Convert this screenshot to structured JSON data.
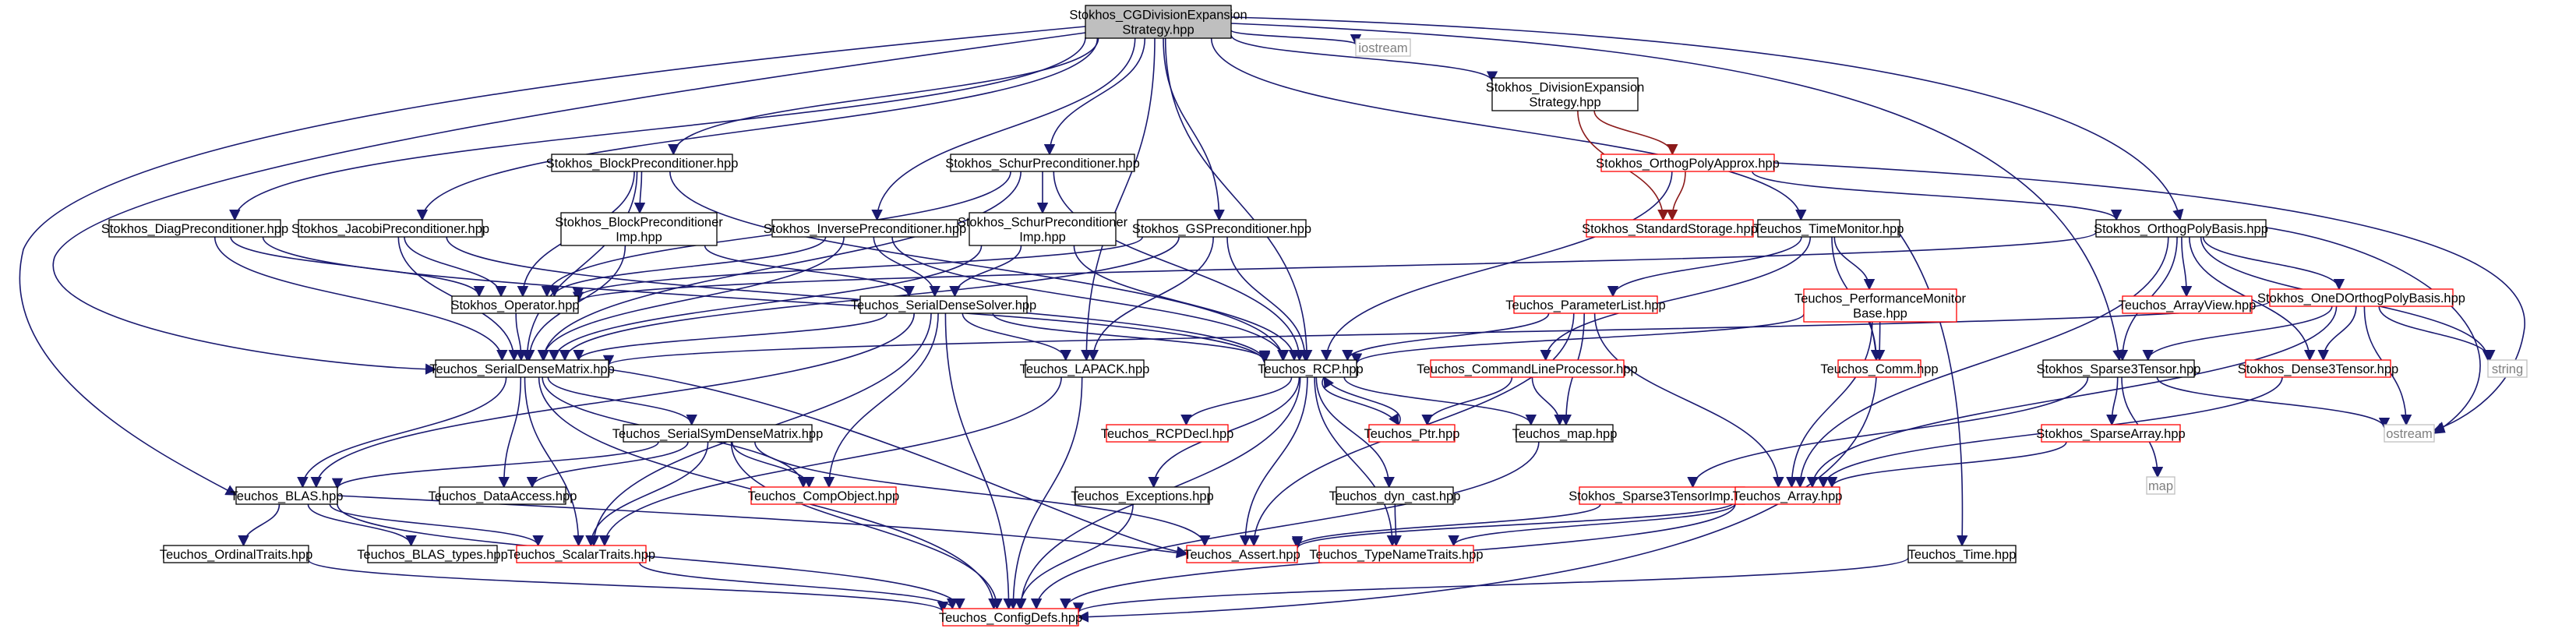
{
  "colors": {
    "edge": "#191970",
    "edge_alt": "#8b1a1a",
    "root_fill": "#bfbfbf",
    "node_border_black": "#000000",
    "node_border_red": "#ff0000",
    "node_border_grey": "#bfbfbf",
    "text_black": "#000000",
    "text_grey": "#7f7f7f"
  },
  "nodes": {
    "root": {
      "lines": [
        "Stokhos_CGDivisionExpansion",
        "Strategy.hpp"
      ],
      "style": "root"
    },
    "iostream": {
      "lines": [
        "iostream"
      ],
      "style": "grey"
    },
    "divexp": {
      "lines": [
        "Stokhos_DivisionExpansion",
        "Strategy.hpp"
      ],
      "style": "black"
    },
    "blockprec": {
      "lines": [
        "Stokhos_BlockPreconditioner.hpp"
      ],
      "style": "black"
    },
    "schurprec": {
      "lines": [
        "Stokhos_SchurPreconditioner.hpp"
      ],
      "style": "black"
    },
    "orthopolyapprox": {
      "lines": [
        "Stokhos_OrthogPolyApprox.hpp"
      ],
      "style": "red"
    },
    "blockprecimp": {
      "lines": [
        "Stokhos_BlockPreconditioner",
        "Imp.hpp"
      ],
      "style": "black"
    },
    "diagprec": {
      "lines": [
        "Stokhos_DiagPreconditioner.hpp"
      ],
      "style": "black"
    },
    "jacobiprec": {
      "lines": [
        "Stokhos_JacobiPreconditioner.hpp"
      ],
      "style": "black"
    },
    "invprec": {
      "lines": [
        "Stokhos_InversePreconditioner.hpp"
      ],
      "style": "black"
    },
    "schurprecimp": {
      "lines": [
        "Stokhos_SchurPreconditioner",
        "Imp.hpp"
      ],
      "style": "black"
    },
    "gsprec": {
      "lines": [
        "Stokhos_GSPreconditioner.hpp"
      ],
      "style": "black"
    },
    "stdstorage": {
      "lines": [
        "Stokhos_StandardStorage.hpp"
      ],
      "style": "red"
    },
    "timemonitor": {
      "lines": [
        "Teuchos_TimeMonitor.hpp"
      ],
      "style": "black"
    },
    "orthopolybasis": {
      "lines": [
        "Stokhos_OrthogPolyBasis.hpp"
      ],
      "style": "black"
    },
    "operator": {
      "lines": [
        "Stokhos_Operator.hpp"
      ],
      "style": "black"
    },
    "paramlist": {
      "lines": [
        "Teuchos_ParameterList.hpp"
      ],
      "style": "red"
    },
    "perfmon": {
      "lines": [
        "Teuchos_PerformanceMonitor",
        "Base.hpp"
      ],
      "style": "red"
    },
    "arrayview": {
      "lines": [
        "Teuchos_ArrayView.hpp"
      ],
      "style": "red"
    },
    "onedortho": {
      "lines": [
        "Stokhos_OneDOrthogPolyBasis.hpp"
      ],
      "style": "red"
    },
    "sdsolver": {
      "lines": [
        "Teuchos_SerialDenseSolver.hpp"
      ],
      "style": "black"
    },
    "sdmatrix": {
      "lines": [
        "Teuchos_SerialDenseMatrix.hpp"
      ],
      "style": "black"
    },
    "lapack": {
      "lines": [
        "Teuchos_LAPACK.hpp"
      ],
      "style": "black"
    },
    "rcp": {
      "lines": [
        "Teuchos_RCP.hpp"
      ],
      "style": "black"
    },
    "cmdline": {
      "lines": [
        "Teuchos_CommandLineProcessor.hpp"
      ],
      "style": "red"
    },
    "comm": {
      "lines": [
        "Teuchos_Comm.hpp"
      ],
      "style": "red"
    },
    "sparse3": {
      "lines": [
        "Stokhos_Sparse3Tensor.hpp"
      ],
      "style": "black"
    },
    "dense3": {
      "lines": [
        "Stokhos_Dense3Tensor.hpp"
      ],
      "style": "red"
    },
    "string": {
      "lines": [
        "string"
      ],
      "style": "grey"
    },
    "ssmatrix": {
      "lines": [
        "Teuchos_SerialSymDenseMatrix.hpp"
      ],
      "style": "black"
    },
    "rcpdecl": {
      "lines": [
        "Teuchos_RCPDecl.hpp"
      ],
      "style": "red"
    },
    "ptr": {
      "lines": [
        "Teuchos_Ptr.hpp"
      ],
      "style": "red"
    },
    "map": {
      "lines": [
        "Teuchos_map.hpp"
      ],
      "style": "black"
    },
    "sparsearray": {
      "lines": [
        "Stokhos_SparseArray.hpp"
      ],
      "style": "red"
    },
    "mapstd": {
      "lines": [
        "map"
      ],
      "style": "grey"
    },
    "ostream": {
      "lines": [
        "ostream"
      ],
      "style": "grey"
    },
    "blas": {
      "lines": [
        "Teuchos_BLAS.hpp"
      ],
      "style": "black"
    },
    "dataaccess": {
      "lines": [
        "Teuchos_DataAccess.hpp"
      ],
      "style": "black"
    },
    "compobject": {
      "lines": [
        "Teuchos_CompObject.hpp"
      ],
      "style": "red"
    },
    "exceptions": {
      "lines": [
        "Teuchos_Exceptions.hpp"
      ],
      "style": "black"
    },
    "dyncast": {
      "lines": [
        "Teuchos_dyn_cast.hpp"
      ],
      "style": "black"
    },
    "sparse3imp": {
      "lines": [
        "Stokhos_Sparse3TensorImp.hpp"
      ],
      "style": "red"
    },
    "array": {
      "lines": [
        "Teuchos_Array.hpp"
      ],
      "style": "red"
    },
    "ordinaltraits": {
      "lines": [
        "Teuchos_OrdinalTraits.hpp"
      ],
      "style": "black"
    },
    "blastypes": {
      "lines": [
        "Teuchos_BLAS_types.hpp"
      ],
      "style": "black"
    },
    "scalartraits": {
      "lines": [
        "Teuchos_ScalarTraits.hpp"
      ],
      "style": "red"
    },
    "assert": {
      "lines": [
        "Teuchos_Assert.hpp"
      ],
      "style": "red"
    },
    "typenametraits": {
      "lines": [
        "Teuchos_TypeNameTraits.hpp"
      ],
      "style": "red"
    },
    "time": {
      "lines": [
        "Teuchos_Time.hpp"
      ],
      "style": "black"
    },
    "configdefs": {
      "lines": [
        "Teuchos_ConfigDefs.hpp"
      ],
      "style": "red"
    }
  },
  "edges": [
    [
      "root",
      "iostream"
    ],
    [
      "root",
      "divexp"
    ],
    [
      "root",
      "blockprec"
    ],
    [
      "root",
      "schurprec"
    ],
    [
      "root",
      "diagprec"
    ],
    [
      "root",
      "jacobiprec"
    ],
    [
      "root",
      "invprec"
    ],
    [
      "root",
      "gsprec"
    ],
    [
      "root",
      "timemonitor"
    ],
    [
      "root",
      "orthopolybasis"
    ],
    [
      "root",
      "sdmatrix"
    ],
    [
      "root",
      "lapack"
    ],
    [
      "root",
      "rcp"
    ],
    [
      "root",
      "sparse3"
    ],
    [
      "root",
      "blas"
    ],
    [
      "divexp",
      "orthopolyapprox"
    ],
    [
      "divexp",
      "stdstorage"
    ],
    [
      "orthopolyapprox",
      "stdstorage"
    ],
    [
      "orthopolyapprox",
      "orthopolybasis"
    ],
    [
      "orthopolyapprox",
      "rcp"
    ],
    [
      "orthopolyapprox",
      "ostream"
    ],
    [
      "blockprec",
      "blockprecimp"
    ],
    [
      "blockprec",
      "operator"
    ],
    [
      "blockprec",
      "sdmatrix"
    ],
    [
      "blockprec",
      "rcp"
    ],
    [
      "blockprecimp",
      "sdsolver"
    ],
    [
      "blockprecimp",
      "sdmatrix"
    ],
    [
      "schurprec",
      "schurprecimp"
    ],
    [
      "schurprec",
      "operator"
    ],
    [
      "schurprec",
      "sdmatrix"
    ],
    [
      "schurprec",
      "rcp"
    ],
    [
      "schurprecimp",
      "sdsolver"
    ],
    [
      "schurprecimp",
      "sdmatrix"
    ],
    [
      "schurprecimp",
      "rcp"
    ],
    [
      "diagprec",
      "operator"
    ],
    [
      "diagprec",
      "sdmatrix"
    ],
    [
      "diagprec",
      "rcp"
    ],
    [
      "jacobiprec",
      "operator"
    ],
    [
      "jacobiprec",
      "sdmatrix"
    ],
    [
      "jacobiprec",
      "rcp"
    ],
    [
      "invprec",
      "operator"
    ],
    [
      "invprec",
      "sdsolver"
    ],
    [
      "invprec",
      "sdmatrix"
    ],
    [
      "invprec",
      "rcp"
    ],
    [
      "gsprec",
      "operator"
    ],
    [
      "gsprec",
      "sdmatrix"
    ],
    [
      "gsprec",
      "lapack"
    ],
    [
      "gsprec",
      "rcp"
    ],
    [
      "operator",
      "sdmatrix"
    ],
    [
      "sdsolver",
      "sdmatrix"
    ],
    [
      "sdsolver",
      "lapack"
    ],
    [
      "sdsolver",
      "rcp"
    ],
    [
      "sdsolver",
      "compobject"
    ],
    [
      "sdsolver",
      "blas"
    ],
    [
      "sdsolver",
      "configdefs"
    ],
    [
      "sdsolver",
      "scalartraits"
    ],
    [
      "sdmatrix",
      "ssmatrix"
    ],
    [
      "sdmatrix",
      "blas"
    ],
    [
      "sdmatrix",
      "dataaccess"
    ],
    [
      "sdmatrix",
      "compobject"
    ],
    [
      "sdmatrix",
      "scalartraits"
    ],
    [
      "sdmatrix",
      "assert"
    ],
    [
      "sdmatrix",
      "configdefs"
    ],
    [
      "ssmatrix",
      "blas"
    ],
    [
      "ssmatrix",
      "dataaccess"
    ],
    [
      "ssmatrix",
      "compobject"
    ],
    [
      "ssmatrix",
      "scalartraits"
    ],
    [
      "ssmatrix",
      "assert"
    ],
    [
      "ssmatrix",
      "configdefs"
    ],
    [
      "lapack",
      "scalartraits"
    ],
    [
      "lapack",
      "configdefs"
    ],
    [
      "rcp",
      "rcpdecl"
    ],
    [
      "rcp",
      "ptr"
    ],
    [
      "rcp",
      "exceptions"
    ],
    [
      "rcp",
      "dyncast"
    ],
    [
      "rcp",
      "assert"
    ],
    [
      "rcp",
      "typenametraits"
    ],
    [
      "rcp",
      "map"
    ],
    [
      "rcp",
      "configdefs"
    ],
    [
      "ptr",
      "rcp"
    ],
    [
      "exceptions",
      "configdefs"
    ],
    [
      "dyncast",
      "typenametraits"
    ],
    [
      "timemonitor",
      "paramlist"
    ],
    [
      "timemonitor",
      "perfmon"
    ],
    [
      "timemonitor",
      "comm"
    ],
    [
      "timemonitor",
      "cmdline"
    ],
    [
      "timemonitor",
      "time"
    ],
    [
      "paramlist",
      "rcp"
    ],
    [
      "paramlist",
      "map"
    ],
    [
      "paramlist",
      "array"
    ],
    [
      "paramlist",
      "assert"
    ],
    [
      "perfmon",
      "array"
    ],
    [
      "perfmon",
      "comm"
    ],
    [
      "perfmon",
      "configdefs"
    ],
    [
      "perfmon",
      "rcp"
    ],
    [
      "cmdline",
      "ptr"
    ],
    [
      "cmdline",
      "map"
    ],
    [
      "map",
      "configdefs"
    ],
    [
      "time",
      "configdefs"
    ],
    [
      "orthopolybasis",
      "operator"
    ],
    [
      "orthopolybasis",
      "arrayview"
    ],
    [
      "orthopolybasis",
      "onedortho"
    ],
    [
      "orthopolybasis",
      "sparse3"
    ],
    [
      "orthopolybasis",
      "dense3"
    ],
    [
      "orthopolybasis",
      "array"
    ],
    [
      "orthopolybasis",
      "string"
    ],
    [
      "orthopolybasis",
      "ostream"
    ],
    [
      "onedortho",
      "sdmatrix"
    ],
    [
      "onedortho",
      "sparse3"
    ],
    [
      "onedortho",
      "dense3"
    ],
    [
      "onedortho",
      "array"
    ],
    [
      "onedortho",
      "string"
    ],
    [
      "onedortho",
      "ostream"
    ],
    [
      "sparse3",
      "sparsearray"
    ],
    [
      "sparse3",
      "mapstd"
    ],
    [
      "sparse3",
      "ostream"
    ],
    [
      "sparse3",
      "sparse3imp"
    ],
    [
      "sparsearray",
      "array"
    ],
    [
      "dense3",
      "array"
    ],
    [
      "sparse3imp",
      "assert"
    ],
    [
      "array",
      "assert"
    ],
    [
      "array",
      "typenametraits"
    ],
    [
      "array",
      "configdefs"
    ],
    [
      "blas",
      "ordinaltraits"
    ],
    [
      "blas",
      "blastypes"
    ],
    [
      "blas",
      "scalartraits"
    ],
    [
      "blas",
      "configdefs"
    ],
    [
      "blas",
      "assert"
    ],
    [
      "ordinaltraits",
      "configdefs"
    ],
    [
      "scalartraits",
      "configdefs"
    ]
  ]
}
